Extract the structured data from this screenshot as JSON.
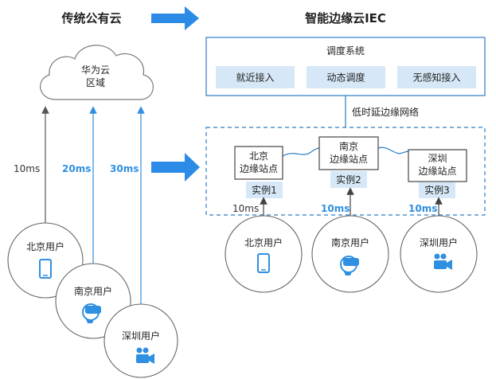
{
  "left": {
    "title": "传统公有云",
    "cloud": {
      "line1": "华为云",
      "line2": "区域"
    },
    "latencies": [
      "10ms",
      "20ms",
      "30ms"
    ],
    "users": [
      {
        "label": "北京用户",
        "icon": "phone-icon"
      },
      {
        "label": "南京用户",
        "icon": "vr-headset-icon"
      },
      {
        "label": "深圳用户",
        "icon": "video-camera-icon"
      }
    ]
  },
  "right": {
    "title": "智能边缘云IEC",
    "scheduler": {
      "title": "调度系统",
      "items": [
        "就近接入",
        "动态调度",
        "无感知接入"
      ]
    },
    "network_label": "低时延边缘网络",
    "sites": [
      {
        "line1": "北京",
        "line2": "边缘站点",
        "instance": "实例1",
        "latency": "10ms"
      },
      {
        "line1": "南京",
        "line2": "边缘站点",
        "instance": "实例2",
        "latency": "10ms"
      },
      {
        "line1": "深圳",
        "line2": "边缘站点",
        "instance": "实例3",
        "latency": "10ms"
      }
    ],
    "users": [
      {
        "label": "北京用户",
        "icon": "phone-icon"
      },
      {
        "label": "南京用户",
        "icon": "vr-headset-icon"
      },
      {
        "label": "深圳用户",
        "icon": "video-camera-icon"
      }
    ]
  },
  "colors": {
    "accent_blue": "#2f8fe0",
    "arrow_blue": "#2b8be6",
    "box_border": "#2b7cc4",
    "chip_fill": "#d6e8f7",
    "gray_line": "#666666"
  }
}
